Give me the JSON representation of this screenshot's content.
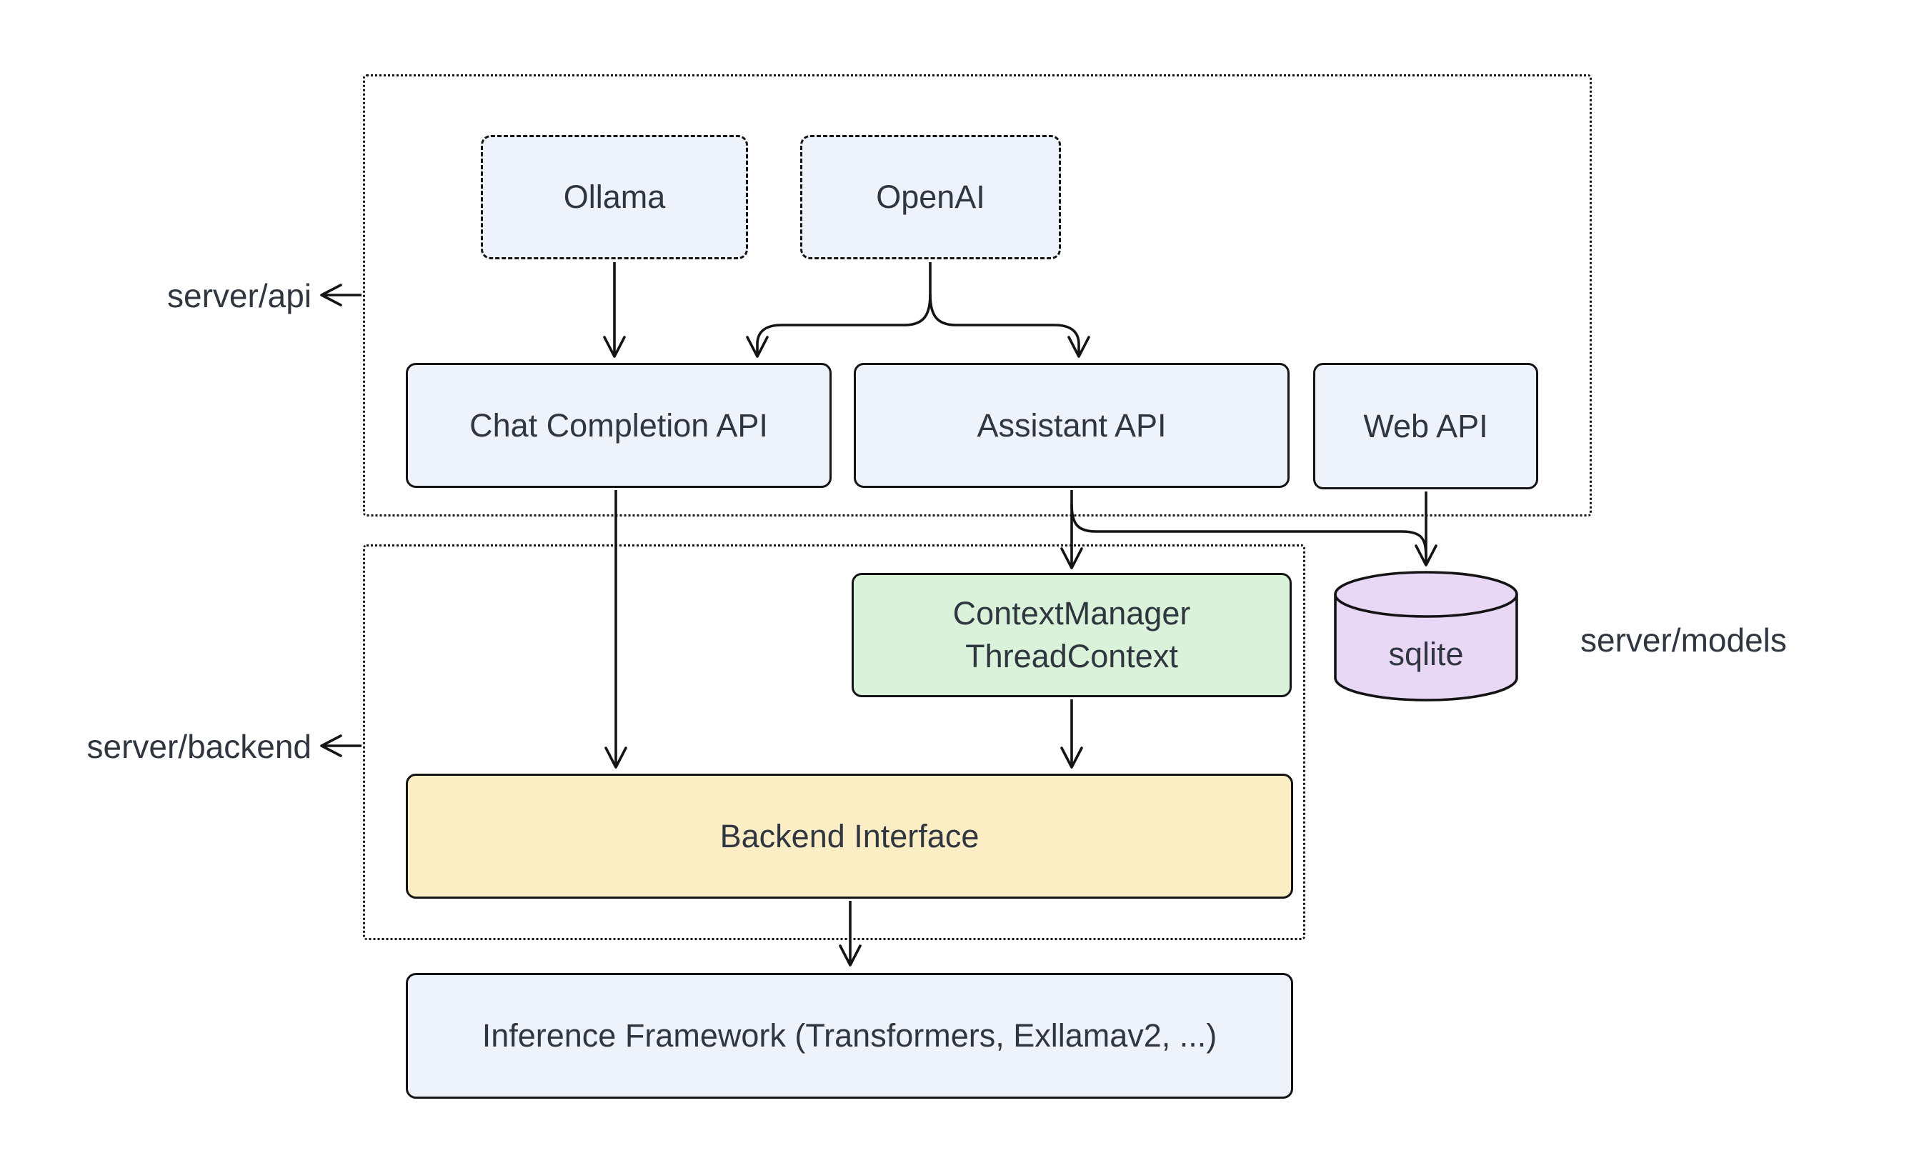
{
  "diagram": {
    "colors": {
      "stroke": "#141414",
      "text": "#30363f",
      "node_blue": "#edf2fb",
      "node_green": "#d9f2d9",
      "node_yellow": "#fbedc4",
      "node_purple": "#e8d8f6"
    },
    "groups": {
      "api": {
        "label": "server/api"
      },
      "backend": {
        "label": "server/backend"
      },
      "models": {
        "label": "server/models"
      }
    },
    "nodes": {
      "ollama": {
        "label": "Ollama"
      },
      "openai": {
        "label": "OpenAI"
      },
      "chat_completion": {
        "label": "Chat Completion API"
      },
      "assistant": {
        "label": "Assistant API"
      },
      "web_api": {
        "label": "Web API"
      },
      "context_manager": {
        "line1": "ContextManager",
        "line2": "ThreadContext"
      },
      "sqlite": {
        "label": "sqlite"
      },
      "backend_interface": {
        "label": "Backend Interface"
      },
      "inference": {
        "label": "Inference Framework (Transformers, Exllamav2, ...)"
      }
    },
    "edges": [
      {
        "from": "Ollama",
        "to": "Chat Completion API"
      },
      {
        "from": "OpenAI",
        "to": "Chat Completion API"
      },
      {
        "from": "OpenAI",
        "to": "Assistant API"
      },
      {
        "from": "Chat Completion API",
        "to": "Backend Interface"
      },
      {
        "from": "Assistant API",
        "to": "ContextManager ThreadContext"
      },
      {
        "from": "Assistant API",
        "to": "sqlite"
      },
      {
        "from": "Web API",
        "to": "sqlite"
      },
      {
        "from": "ContextManager ThreadContext",
        "to": "Backend Interface"
      },
      {
        "from": "Backend Interface",
        "to": "Inference Framework (Transformers, Exllamav2, ...)"
      }
    ]
  }
}
